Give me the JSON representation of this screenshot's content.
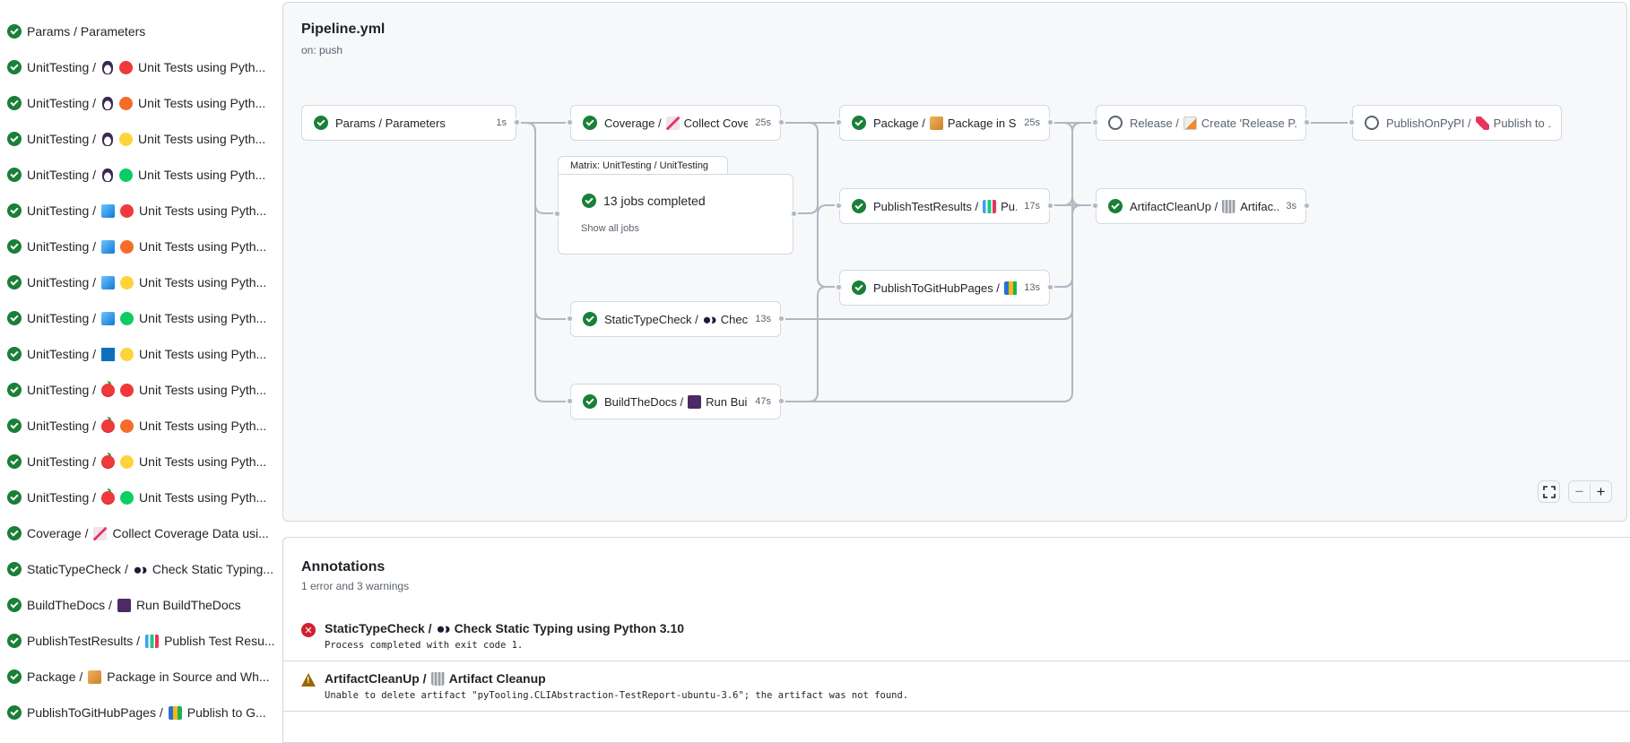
{
  "sidebar": {
    "items": [
      {
        "job": "Params / Parameters",
        "os": null,
        "py": null,
        "emoji": null,
        "text": ""
      },
      {
        "job": "UnitTesting /",
        "os": "linux",
        "py": "#f0393a",
        "emoji": null,
        "text": "Unit Tests using Pyth..."
      },
      {
        "job": "UnitTesting /",
        "os": "linux",
        "py": "#f56c2a",
        "emoji": null,
        "text": "Unit Tests using Pyth..."
      },
      {
        "job": "UnitTesting /",
        "os": "linux",
        "py": "#fdd43b",
        "emoji": null,
        "text": "Unit Tests using Pyth..."
      },
      {
        "job": "UnitTesting /",
        "os": "linux",
        "py": "#0ace65",
        "emoji": null,
        "text": "Unit Tests using Pyth..."
      },
      {
        "job": "UnitTesting /",
        "os": "cube",
        "py": "#f0393a",
        "emoji": null,
        "text": "Unit Tests using Pyth..."
      },
      {
        "job": "UnitTesting /",
        "os": "cube",
        "py": "#f56c2a",
        "emoji": null,
        "text": "Unit Tests using Pyth..."
      },
      {
        "job": "UnitTesting /",
        "os": "cube",
        "py": "#fdd43b",
        "emoji": null,
        "text": "Unit Tests using Pyth..."
      },
      {
        "job": "UnitTesting /",
        "os": "cube",
        "py": "#0ace65",
        "emoji": null,
        "text": "Unit Tests using Pyth..."
      },
      {
        "job": "UnitTesting /",
        "os": "win",
        "py": "#fdd43b",
        "emoji": null,
        "text": "Unit Tests using Pyth..."
      },
      {
        "job": "UnitTesting /",
        "os": "apple",
        "py": "#f0393a",
        "emoji": null,
        "text": "Unit Tests using Pyth..."
      },
      {
        "job": "UnitTesting /",
        "os": "apple",
        "py": "#f56c2a",
        "emoji": null,
        "text": "Unit Tests using Pyth..."
      },
      {
        "job": "UnitTesting /",
        "os": "apple",
        "py": "#fdd43b",
        "emoji": null,
        "text": "Unit Tests using Pyth..."
      },
      {
        "job": "UnitTesting /",
        "os": "apple",
        "py": "#0ace65",
        "emoji": null,
        "text": "Unit Tests using Pyth..."
      },
      {
        "job": "Coverage /",
        "os": null,
        "py": null,
        "emoji": "chart",
        "text": "Collect Coverage Data usi..."
      },
      {
        "job": "StaticTypeCheck /",
        "os": null,
        "py": null,
        "emoji": "eyes",
        "text": "Check Static Typing..."
      },
      {
        "job": "BuildTheDocs /",
        "os": null,
        "py": null,
        "emoji": "notebook",
        "text": "Run BuildTheDocs"
      },
      {
        "job": "PublishTestResults /",
        "os": null,
        "py": null,
        "emoji": "bars",
        "text": "Publish Test Resu..."
      },
      {
        "job": "Package /",
        "os": null,
        "py": null,
        "emoji": "box",
        "text": "Package in Source and Wh..."
      },
      {
        "job": "PublishToGitHubPages /",
        "os": null,
        "py": null,
        "emoji": "books",
        "text": "Publish to G..."
      }
    ]
  },
  "graph": {
    "title": "Pipeline.yml",
    "trigger": "on: push",
    "nodes": {
      "params": {
        "status": "success",
        "job": "Params / Parameters",
        "emoji": null,
        "text": "",
        "duration": "1s"
      },
      "coverage": {
        "status": "success",
        "job": "Coverage /",
        "emoji": "chart",
        "text": "Collect Cove...",
        "duration": "25s"
      },
      "statictype": {
        "status": "success",
        "job": "StaticTypeCheck /",
        "emoji": "eyes",
        "text": "Chec...",
        "duration": "13s"
      },
      "builddocs": {
        "status": "success",
        "job": "BuildTheDocs /",
        "emoji": "notebook",
        "text": "Run Buil...",
        "duration": "47s"
      },
      "package": {
        "status": "success",
        "job": "Package /",
        "emoji": "box",
        "text": "Package in So...",
        "duration": "25s"
      },
      "publishtest": {
        "status": "success",
        "job": "PublishTestResults /",
        "emoji": "bars",
        "text": "Pu...",
        "duration": "17s"
      },
      "ghpages": {
        "status": "success",
        "job": "PublishToGitHubPages /",
        "emoji": "books",
        "text": "...",
        "duration": "13s"
      },
      "release": {
        "status": "pending",
        "job": "Release /",
        "emoji": "memo",
        "text": "Create 'Release P...",
        "duration": ""
      },
      "cleanup": {
        "status": "success",
        "job": "ArtifactCleanUp /",
        "emoji": "trash",
        "text": "Artifac...",
        "duration": "3s"
      },
      "pypi": {
        "status": "pending",
        "job": "PublishOnPyPI /",
        "emoji": "rocket",
        "text": "Publish to ...",
        "duration": ""
      }
    },
    "matrix": {
      "title": "Matrix: UnitTesting / UnitTesting",
      "summary": "13 jobs completed",
      "show_all": "Show all jobs"
    },
    "controls": {
      "fullscreen_icon": "fullscreen-icon",
      "zoom_out": "−",
      "zoom_in": "+"
    }
  },
  "annotations": {
    "title": "Annotations",
    "summary": "1 error and 3 warnings",
    "items": [
      {
        "level": "error",
        "job": "StaticTypeCheck /",
        "emoji": "eyes",
        "title": "Check Static Typing using Python 3.10",
        "message": "Process completed with exit code 1."
      },
      {
        "level": "warning",
        "job": "ArtifactCleanUp /",
        "emoji": "trash",
        "title": "Artifact Cleanup",
        "message": "Unable to delete artifact \"pyTooling.CLIAbstraction-TestReport-ubuntu-3.6\"; the artifact was not found."
      }
    ]
  },
  "colors": {
    "success": "#1a7f37",
    "error": "#cf222e",
    "warning": "#9a6700",
    "edge": "#afb8c1",
    "panel": "#f6f8fa"
  }
}
